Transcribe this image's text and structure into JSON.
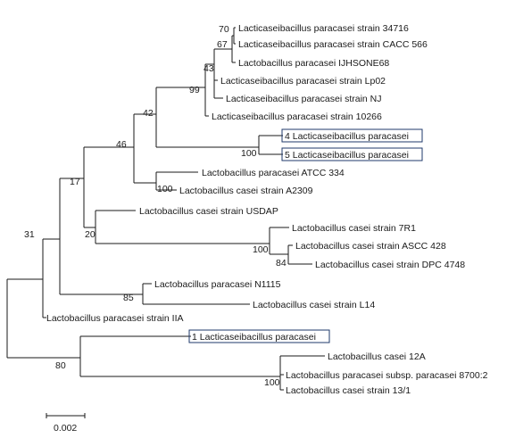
{
  "tree": {
    "taxa": {
      "t1": "Lacticaseibacillus paracasei strain 34716",
      "t2": "Lacticaseibacillus paracasei strain CACC 566",
      "t3": "Lactobacillus paracasei IJHSONE68",
      "t4": "Lacticaseibacillus paracasei strain Lp02",
      "t5": "Lacticaseibacillus paracasei strain NJ",
      "t6": "Lacticaseibacillus paracasei strain 10266",
      "t7": "4 Lacticaseibacillus paracasei",
      "t8": "5 Lacticaseibacillus paracasei",
      "t9": "Lactobacillus paracasei ATCC 334",
      "t10": "Lactobacillus casei strain A2309",
      "t11": "Lactobacillus casei strain USDAP",
      "t12": "Lactobacillus casei strain 7R1",
      "t13": "Lactobacillus casei strain ASCC 428",
      "t14": "Lactobacillus casei strain DPC 4748",
      "t15": "Lactobacillus paracasei N1115",
      "t16": "Lactobacillus casei strain L14",
      "t17": "Lactobacillus paracasei strain IIA",
      "t18": "1 Lacticaseibacillus paracasei",
      "t19": "Lactobacillus casei 12A",
      "t20": "Lactobacillus paracasei subsp. paracasei 8700:2",
      "t21": "Lactobacillus casei strain 13/1"
    },
    "highlighted_taxa": [
      "t7",
      "t8",
      "t18"
    ],
    "bootstrap": {
      "n_t1_t2": "70",
      "n_t1_t3": "67",
      "n_t1_t4": "43",
      "n_t1_t5": "99",
      "n_t1_t6": "42",
      "n_t7_t8": "100",
      "n_t1_t8": "46",
      "n_t9_t10": "100",
      "n_t1_t10": "17",
      "n_t13_t14": "84",
      "n_t12_t14": "100",
      "n_t11_t14": "20",
      "n_t15_t16": "85",
      "n_t1_t16": "31",
      "n_t20_t21": "100",
      "n_t18_t21": "80"
    },
    "scale_bar": {
      "label": "0.002"
    }
  }
}
